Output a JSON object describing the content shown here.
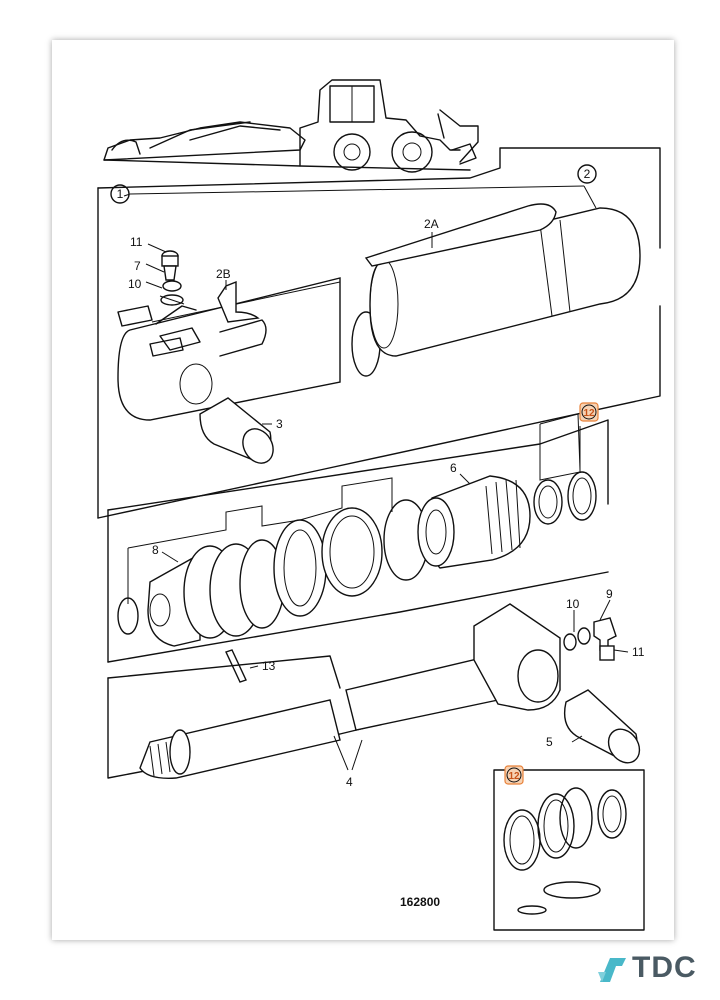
{
  "drawing_number": "162800",
  "labels": {
    "l1": "1",
    "l2": "2",
    "l2a": "2A",
    "l2b": "2B",
    "l3": "3",
    "l4": "4",
    "l5": "5",
    "l6": "6",
    "l7": "7",
    "l8": "8",
    "l9": "9",
    "l10a": "10",
    "l10b": "10",
    "l11a": "11",
    "l11b": "11",
    "l12a": "12",
    "l12b": "12",
    "l13": "13"
  },
  "brand": {
    "name": "TDC",
    "accent": "#49b8c9",
    "text_color": "#4a5a63"
  },
  "highlight_color": "#e8823a"
}
